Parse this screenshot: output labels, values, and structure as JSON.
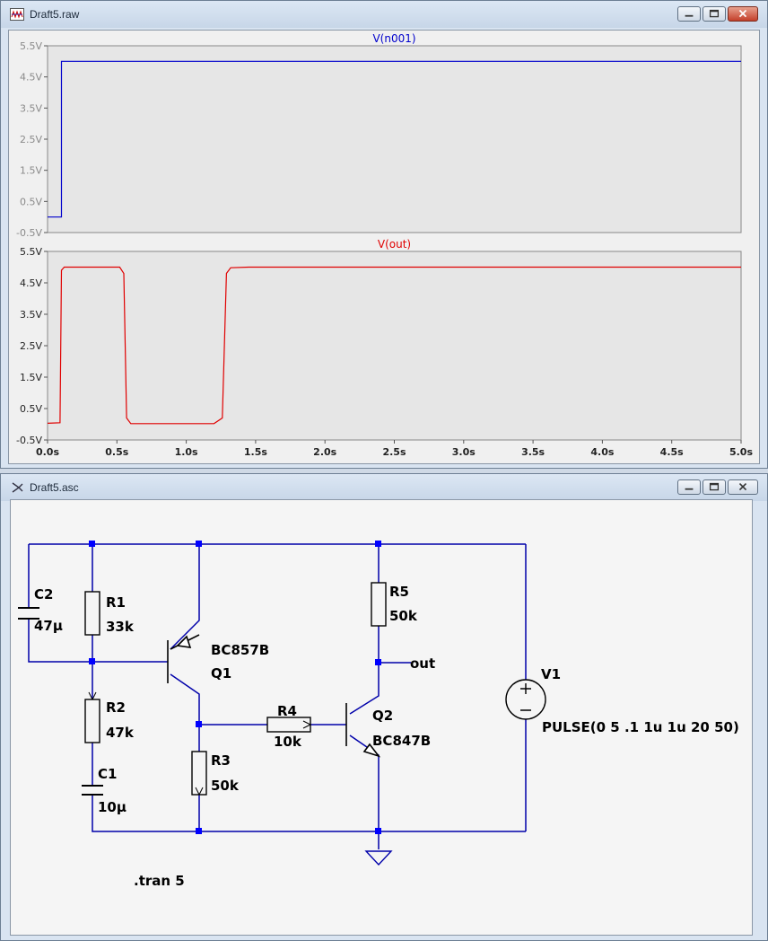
{
  "plot_window": {
    "title": "Draft5.raw",
    "icon": "waveform-viewer-icon",
    "controls": {
      "minimize": "minimize-icon",
      "restore": "restore-icon",
      "close": "close-icon"
    }
  },
  "schematic_window": {
    "title": "Draft5.asc",
    "icon": "schematic-icon",
    "controls": {
      "minimize": "minimize-icon",
      "restore": "restore-icon",
      "close": "close-icon"
    }
  },
  "colors": {
    "trace_n001": "#0000cc",
    "trace_out": "#e00000",
    "wire": "#0000aa",
    "node": "#0000ff"
  },
  "chart_data": [
    {
      "type": "line",
      "title": "V(n001)",
      "xlabel": "",
      "ylabel": "",
      "xlim": [
        0,
        5
      ],
      "ylim": [
        -0.5,
        5.5
      ],
      "yticks": [
        "5.5V",
        "4.5V",
        "3.5V",
        "2.5V",
        "1.5V",
        "0.5V",
        "-0.5V"
      ],
      "ytick_values": [
        5.5,
        4.5,
        3.5,
        2.5,
        1.5,
        0.5,
        -0.5
      ],
      "grid": false,
      "series": [
        {
          "name": "V(n001)",
          "x": [
            0,
            0.1,
            0.1,
            5.0
          ],
          "y": [
            0,
            0,
            5,
            5
          ]
        }
      ]
    },
    {
      "type": "line",
      "title": "V(out)",
      "xlabel": "",
      "ylabel": "",
      "xlim": [
        0,
        5
      ],
      "ylim": [
        -0.5,
        5.5
      ],
      "yticks": [
        "5.5V",
        "4.5V",
        "3.5V",
        "2.5V",
        "1.5V",
        "0.5V",
        "-0.5V"
      ],
      "ytick_values": [
        5.5,
        4.5,
        3.5,
        2.5,
        1.5,
        0.5,
        -0.5
      ],
      "xticks": [
        "0.0s",
        "0.5s",
        "1.0s",
        "1.5s",
        "2.0s",
        "2.5s",
        "3.0s",
        "3.5s",
        "4.0s",
        "4.5s",
        "5.0s"
      ],
      "xtick_values": [
        0,
        0.5,
        1.0,
        1.5,
        2.0,
        2.5,
        3.0,
        3.5,
        4.0,
        4.5,
        5.0
      ],
      "grid": false,
      "series": [
        {
          "name": "V(out)",
          "x": [
            0,
            0.09,
            0.1,
            0.12,
            0.52,
            0.55,
            0.57,
            0.6,
            1.2,
            1.26,
            1.29,
            1.32,
            1.45,
            5.0
          ],
          "y": [
            0.03,
            0.05,
            4.9,
            5.0,
            5.0,
            4.8,
            0.2,
            0.02,
            0.02,
            0.2,
            4.8,
            4.98,
            5.0,
            5.0
          ]
        }
      ]
    }
  ],
  "schematic": {
    "components": [
      {
        "ref": "C2",
        "value": "47µ"
      },
      {
        "ref": "R1",
        "value": "33k"
      },
      {
        "ref": "R2",
        "value": "47k"
      },
      {
        "ref": "C1",
        "value": "10µ"
      },
      {
        "ref": "Q1",
        "value": "BC857B"
      },
      {
        "ref": "R3",
        "value": "50k"
      },
      {
        "ref": "R4",
        "value": "10k"
      },
      {
        "ref": "R5",
        "value": "50k"
      },
      {
        "ref": "Q2",
        "value": "BC847B"
      },
      {
        "ref": "V1",
        "value": "PULSE(0 5 .1 1u 1u 20 50)"
      }
    ],
    "net_label": "out",
    "directive": ".tran 5"
  }
}
